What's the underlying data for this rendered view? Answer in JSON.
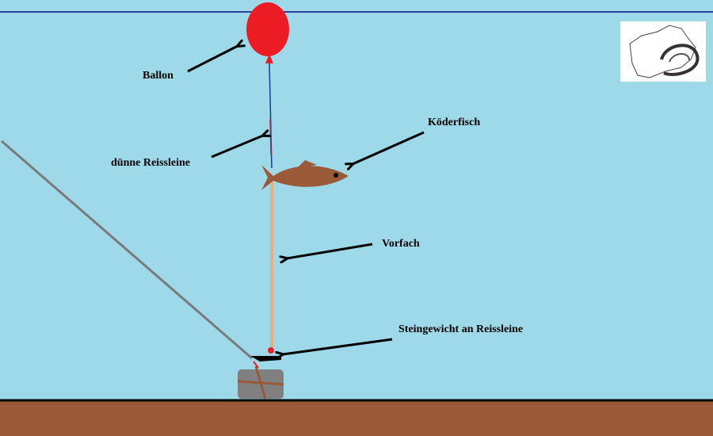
{
  "labels": {
    "balloon": "Ballon",
    "thin_line": "dünne Reissleine",
    "bait_fish": "Köderfisch",
    "leader": "Vorfach",
    "stone_weight": "Steingewicht an Reissleine"
  },
  "colors": {
    "water": "#9dd9e9",
    "ground": "#9a5a38",
    "balloon": "#ed1c24",
    "fish": "#9a5a38",
    "leader": "#e8ae78",
    "stone": "#808080",
    "rod_line": "#808080"
  },
  "logo": {
    "icon": "region-map-with-catfish-logo"
  }
}
